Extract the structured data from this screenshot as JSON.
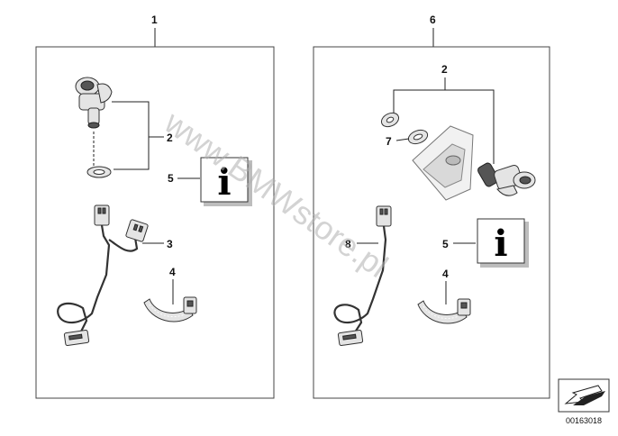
{
  "labels": {
    "kit_left": "1",
    "kit_right": "6",
    "left_2": "2",
    "left_5": "5",
    "left_3": "3",
    "left_4": "4",
    "right_2": "2",
    "right_7": "7",
    "right_5": "5",
    "right_8": "8",
    "right_4": "4"
  },
  "info_glyph": "i",
  "watermark": "www.BMWstore.pl",
  "diagram_code": "00163018",
  "icons": [
    "info-icon",
    "direction-arrow-icon"
  ]
}
